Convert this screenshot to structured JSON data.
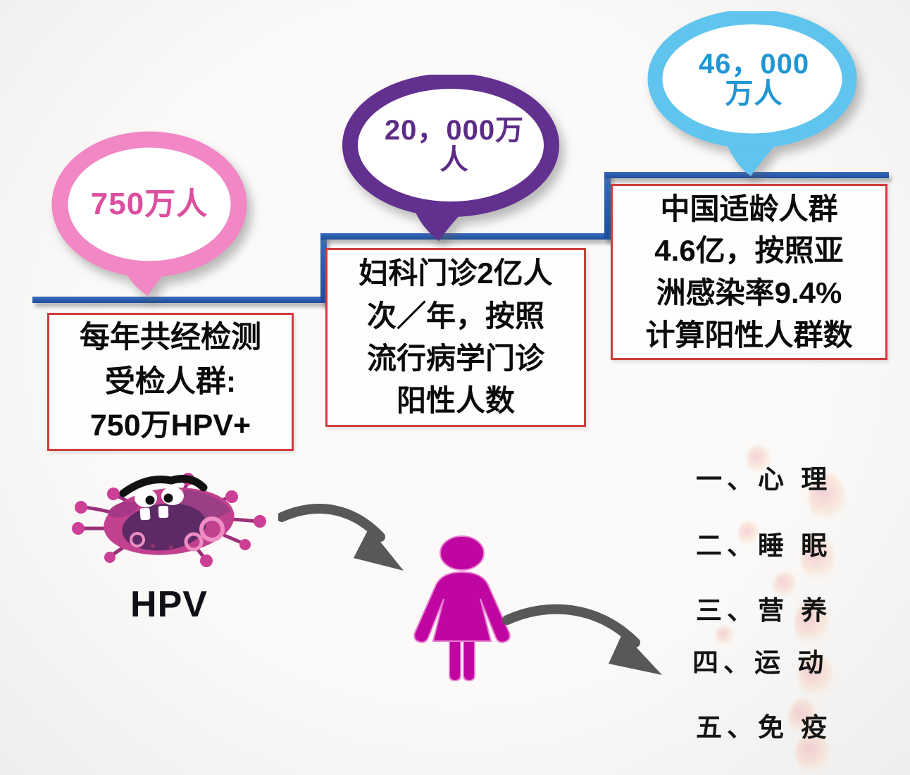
{
  "bubbles": [
    {
      "value": [
        "750万人"
      ],
      "ring_color": "#F287C5",
      "text_color": "#DB4F9E"
    },
    {
      "value": [
        "20，000万",
        "人"
      ],
      "ring_color": "#62308F",
      "text_color": "#5C2C86"
    },
    {
      "value": [
        "46，000",
        "万人"
      ],
      "ring_color": "#5FC4EE",
      "text_color": "#2196D4"
    }
  ],
  "boxes": [
    {
      "lines": [
        "每年共经检测",
        "受检人群:",
        "750万HPV+"
      ]
    },
    {
      "lines": [
        "妇科门诊2亿人",
        "次／年，按照",
        "流行病学门诊",
        "阳性人数"
      ]
    },
    {
      "lines": [
        "中国适龄人群",
        "4.6亿，按照亚",
        "洲感染率9.4%",
        "计算阳性人群数"
      ]
    }
  ],
  "virus_label": "HPV",
  "health_list": {
    "items": [
      "一、心 理",
      "二、睡 眠",
      "三、营 养",
      "四、运 动",
      "五、免 疫"
    ]
  },
  "colors": {
    "step_line_blue": "#2458A8",
    "box_border_red": "#D03C3C",
    "bubble_pink": "#F287C5",
    "bubble_purple": "#62308F",
    "bubble_blue": "#5FC4EE",
    "woman_magenta": "#BF06A0",
    "arrow_gray": "#58585A",
    "virus_body": "#C2418F"
  }
}
